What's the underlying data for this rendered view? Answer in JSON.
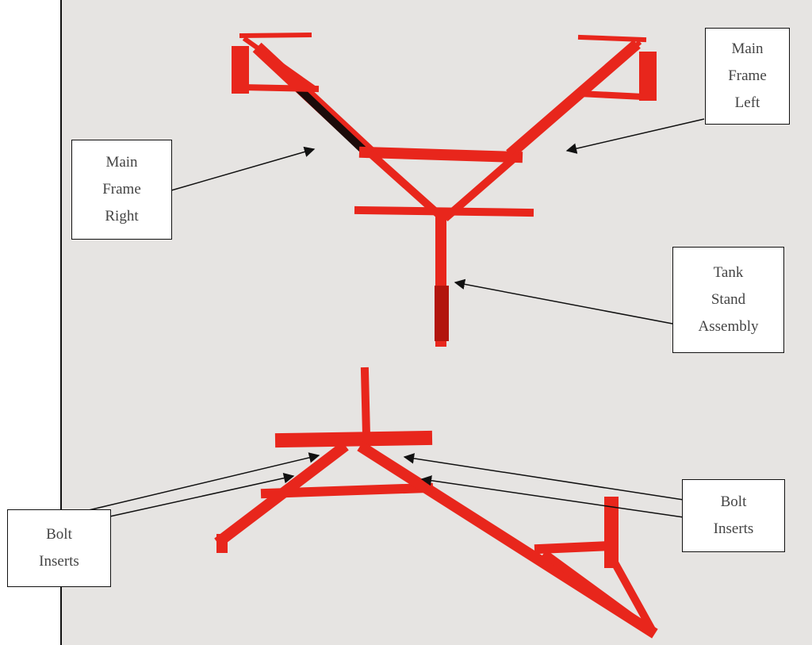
{
  "labels": {
    "main_frame_left": [
      "Main",
      "Frame",
      "Left"
    ],
    "main_frame_right": [
      "Main",
      "Frame",
      "Right"
    ],
    "tank_stand_assembly": [
      "Tank",
      "Stand",
      "Assembly"
    ],
    "bolt_inserts_left": [
      "Bolt",
      "Inserts"
    ],
    "bolt_inserts_right": [
      "Bolt",
      "Inserts"
    ]
  },
  "colors": {
    "frame": "#e8261c",
    "frame_dark": "#b2150d",
    "panel": "#e6e4e2",
    "outline": "#111111"
  }
}
